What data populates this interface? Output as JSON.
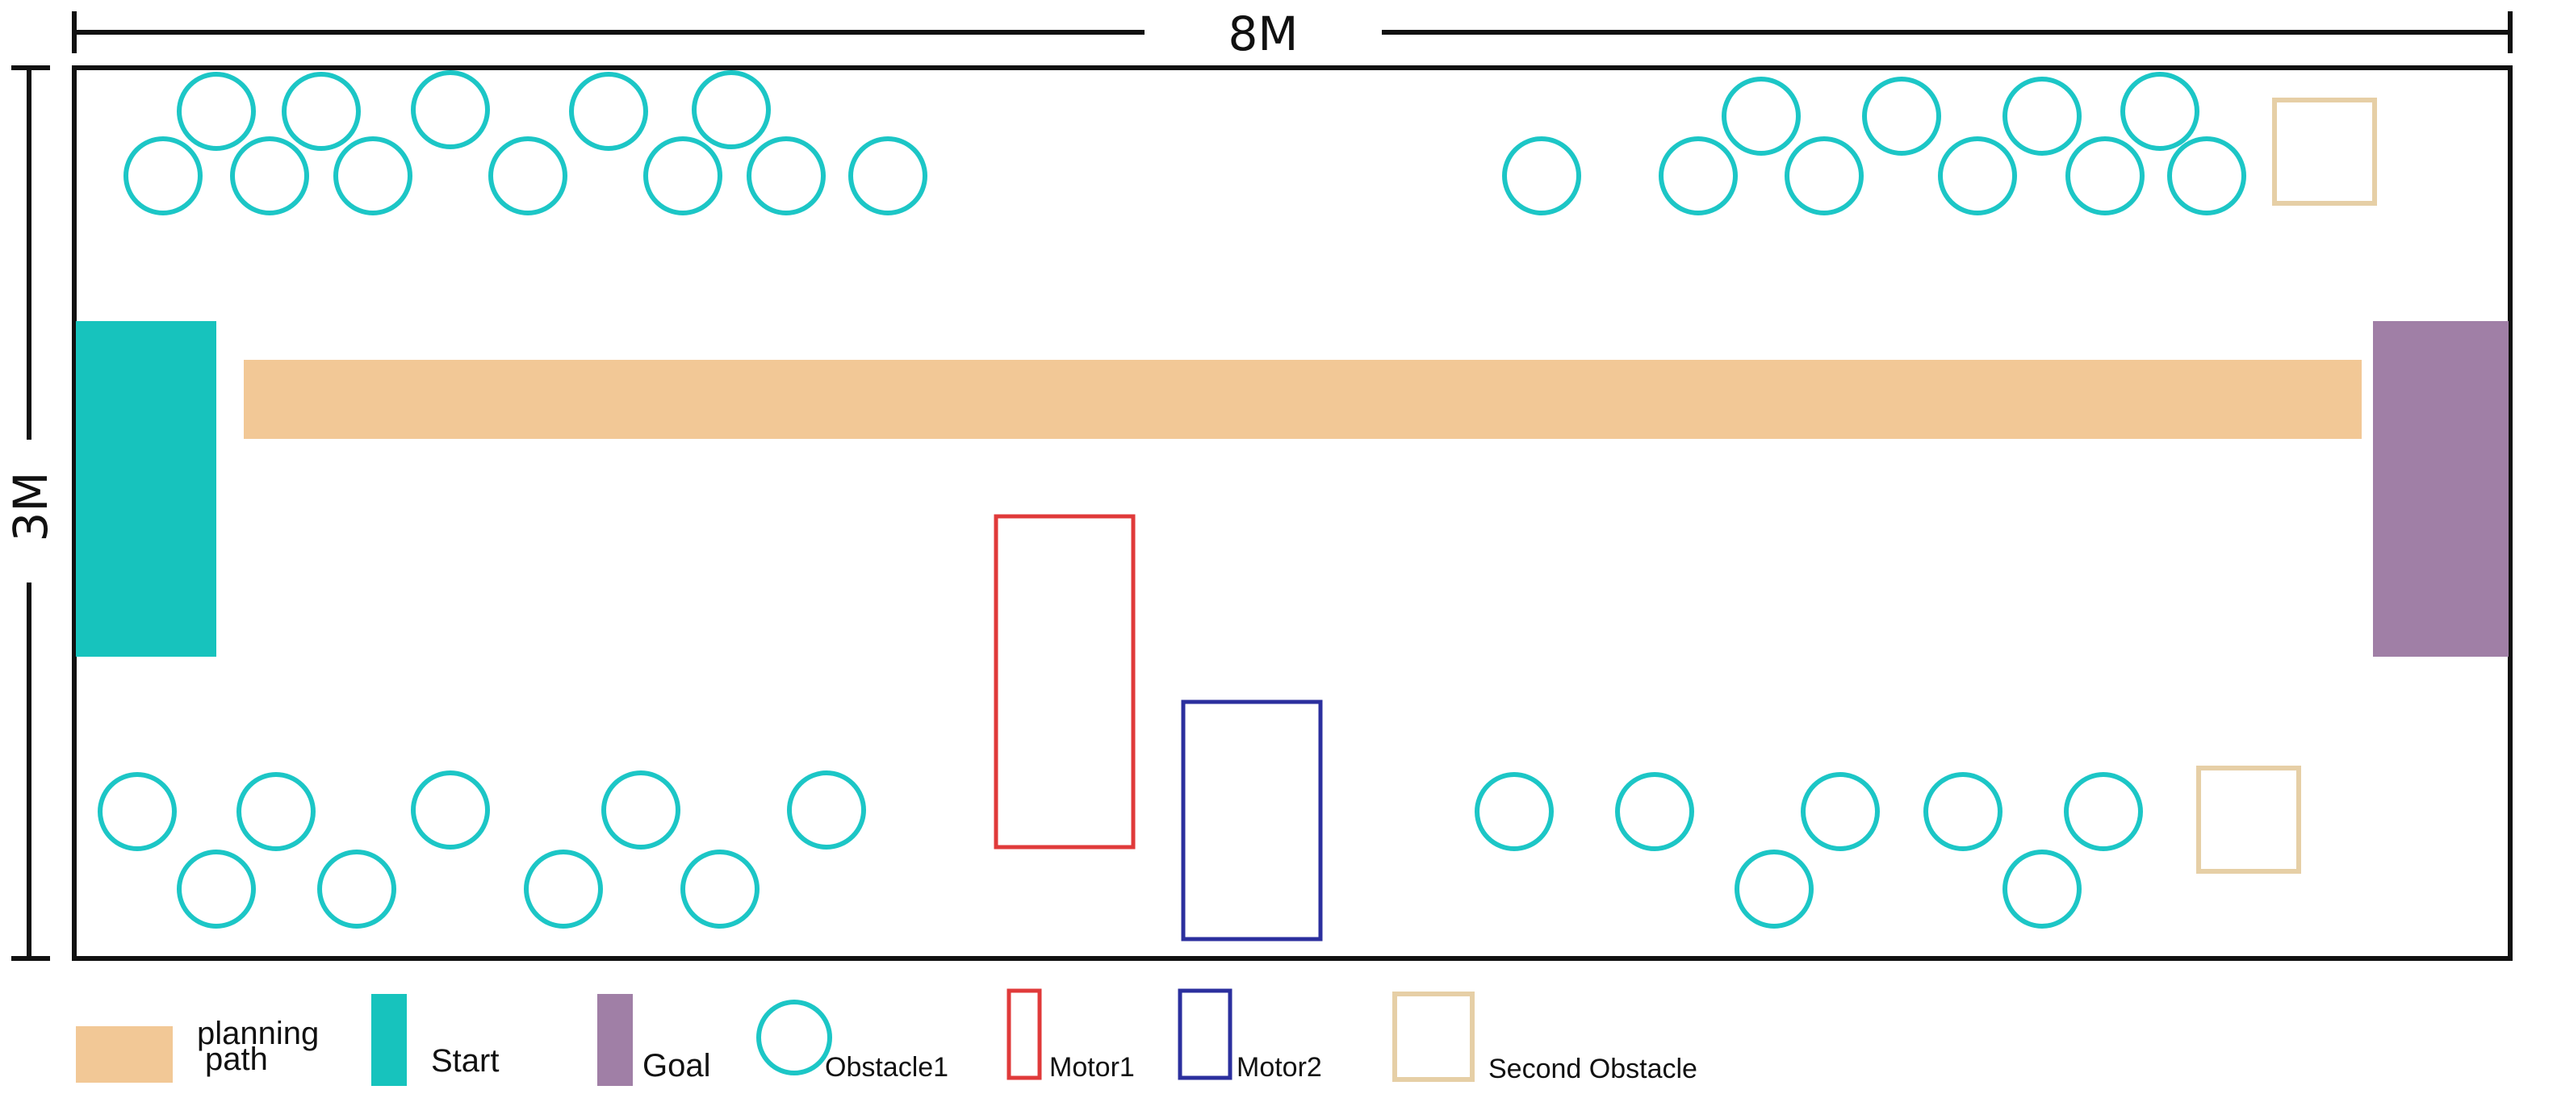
{
  "dimensions": {
    "width_label": "8M",
    "height_label": "3M"
  },
  "legend": {
    "planning_path_line1": "planning",
    "planning_path_line2": "path",
    "start": "Start",
    "goal": "Goal",
    "obstacle1": "Obstacle1",
    "motor1": "Motor1",
    "motor2": "Motor2",
    "second_obstacle": "Second Obstacle"
  },
  "colors": {
    "frame": "#111111",
    "obstacle1": "#1cc6c6",
    "start": "#17c3bd",
    "goal": "#a07fa6",
    "planning_path": "#f2c896",
    "motor1": "#e03a3a",
    "motor2": "#2b2f9e",
    "second_obstacle": "#e6cfa6"
  }
}
